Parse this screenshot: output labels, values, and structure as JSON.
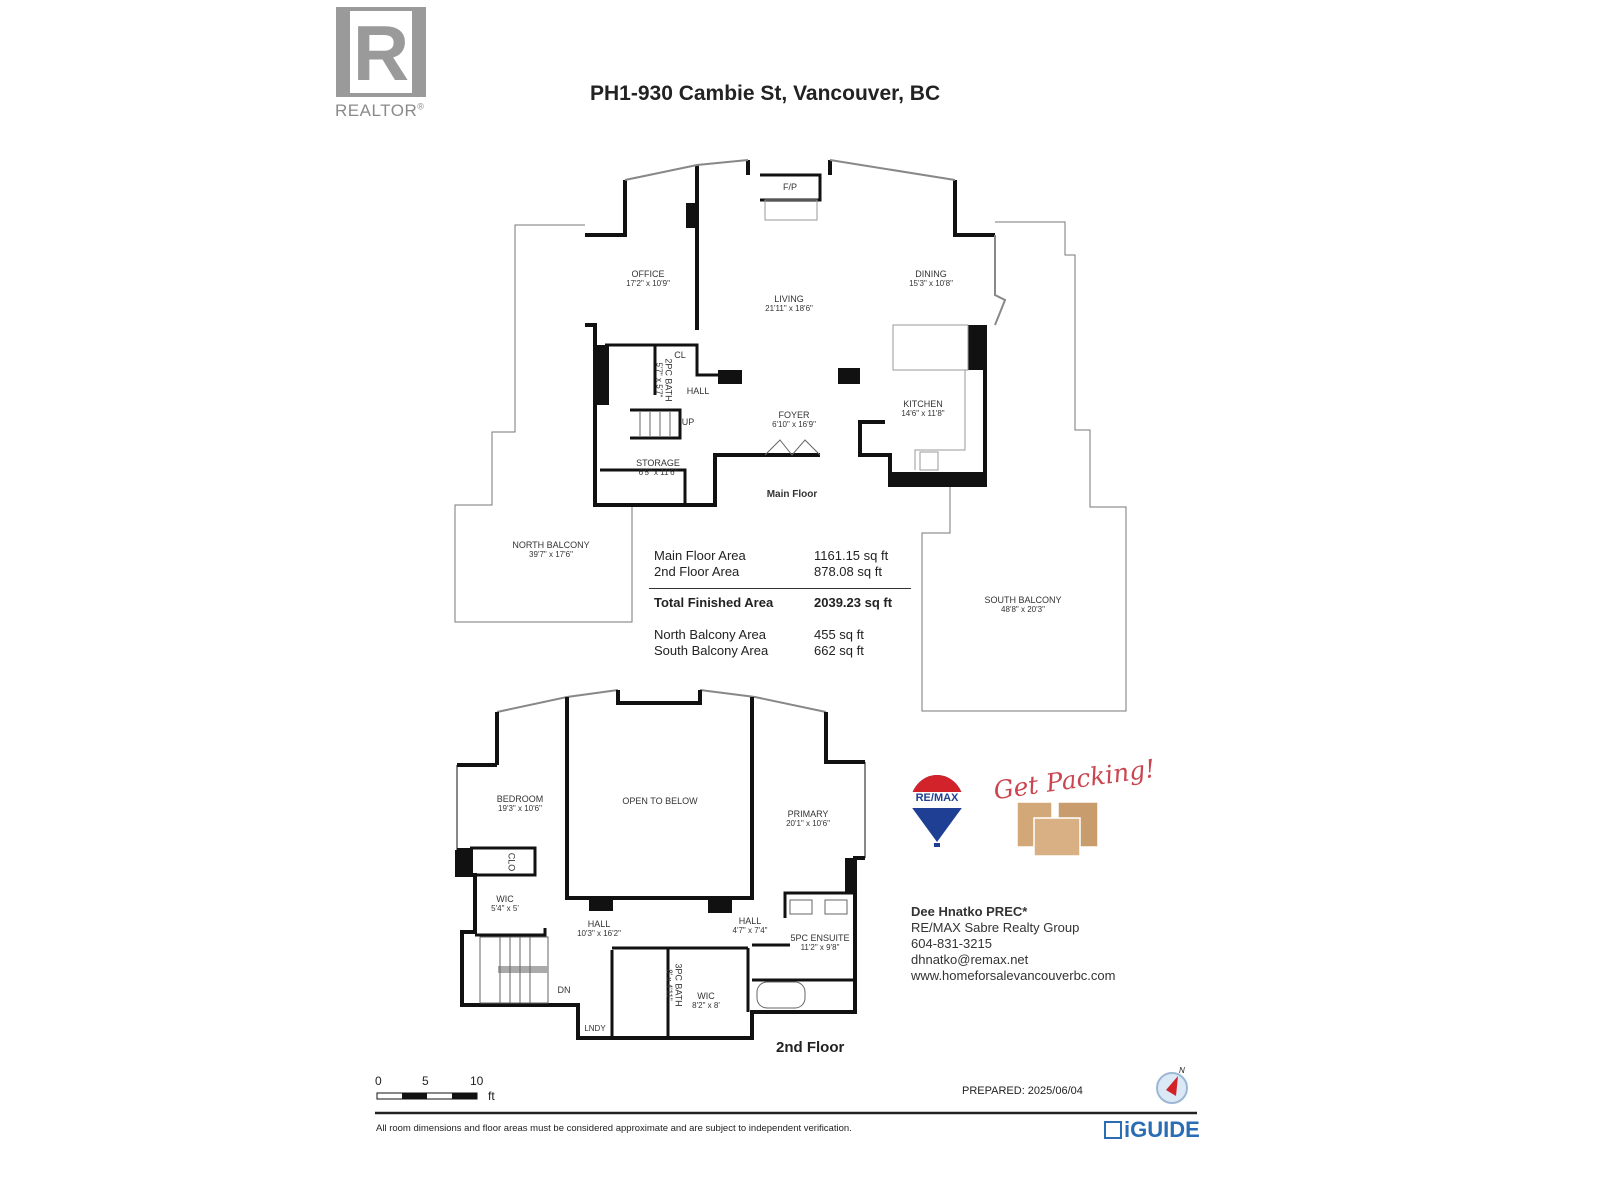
{
  "header": {
    "title": "PH1-930 Cambie St, Vancouver, BC",
    "logo_text": "REALTOR",
    "logo_letter": "R",
    "logo_mark": "®"
  },
  "main_floor": {
    "label": "Main Floor",
    "rooms": [
      {
        "name": "OFFICE",
        "dim": "17'2\" x 10'9\""
      },
      {
        "name": "LIVING",
        "dim": "21'11\" x 18'6\""
      },
      {
        "name": "DINING",
        "dim": "15'3\" x 10'8\""
      },
      {
        "name": "KITCHEN",
        "dim": "14'6\" x 11'8\""
      },
      {
        "name": "FOYER",
        "dim": "6'10\" x 16'9\""
      },
      {
        "name": "STORAGE",
        "dim": "6'5\" x 11'6\""
      },
      {
        "name": "2PC BATH",
        "dim": "5'7\" x 5'7\""
      },
      {
        "name": "NORTH BALCONY",
        "dim": "39'7\" x 17'6\""
      },
      {
        "name": "SOUTH BALCONY",
        "dim": "48'8\" x 20'3\""
      }
    ],
    "tags": {
      "fp": "F/P",
      "cl": "CL",
      "hall": "HALL",
      "up": "UP"
    }
  },
  "second_floor": {
    "label": "2nd Floor",
    "rooms": [
      {
        "name": "BEDROOM",
        "dim": "19'3\" x 10'6\""
      },
      {
        "name": "OPEN TO BELOW",
        "dim": ""
      },
      {
        "name": "PRIMARY",
        "dim": "20'1\" x 10'6\""
      },
      {
        "name": "WIC",
        "dim": "5'4\" x 5'"
      },
      {
        "name": "HALL",
        "dim": "10'3\" x 16'2\""
      },
      {
        "name": "HALL",
        "dim": "4'7\" x 7'4\""
      },
      {
        "name": "5PC ENSUITE",
        "dim": "11'2\" x 9'8\""
      },
      {
        "name": "3PC BATH",
        "dim": "8' x 4'11\""
      },
      {
        "name": "WIC",
        "dim": "8'2\" x 8'"
      }
    ],
    "tags": {
      "clo": "CLO",
      "dn": "DN",
      "lndy": "LNDY"
    }
  },
  "areas": {
    "main": {
      "label": "Main Floor Area",
      "value": "1161.15 sq ft"
    },
    "second": {
      "label": "2nd Floor Area",
      "value": "878.08 sq ft"
    },
    "total": {
      "label": "Total Finished Area",
      "value": "2039.23 sq ft"
    },
    "north": {
      "label": "North Balcony Area",
      "value": "455 sq ft"
    },
    "south": {
      "label": "South Balcony Area",
      "value": "662 sq ft"
    }
  },
  "branding": {
    "remax_logo": "RE/MAX",
    "packing_text": "Get Packing!",
    "iguide_logo": "iGUIDE"
  },
  "contact": {
    "name": "Dee Hnatko PREC*",
    "company": "RE/MAX Sabre Realty Group",
    "phone": "604-831-3215",
    "email": "dhnatko@remax.net",
    "website": "www.homeforsalevancouverbc.com"
  },
  "scale": {
    "ticks": [
      "0",
      "5",
      "10"
    ],
    "unit": "ft"
  },
  "compass": {
    "label": "N"
  },
  "prepared": "PREPARED: 2025/06/04",
  "disclaimer": "All room dimensions and floor areas must be considered approximate and are subject to independent verification.",
  "colors": {
    "wall": "#111111",
    "logo_gray": "#9a9a9a",
    "remax_red": "#d2232a",
    "remax_blue": "#1f3f94",
    "iguide_blue": "#2a6db5",
    "box": "#d2a878"
  }
}
